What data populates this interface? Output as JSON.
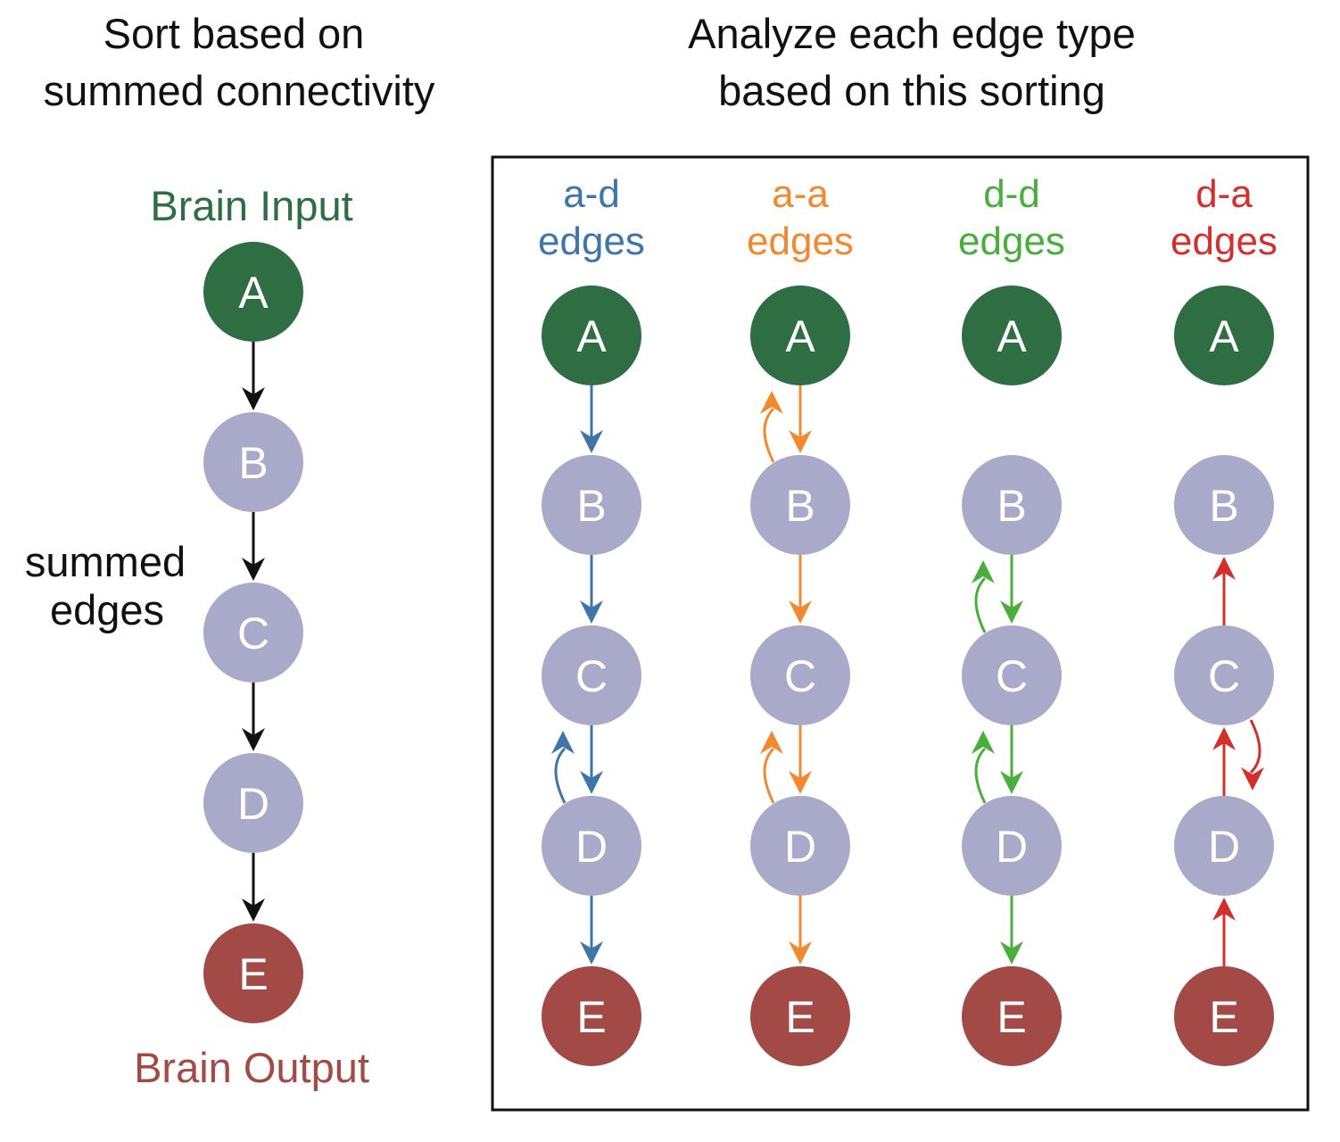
{
  "colors": {
    "input_node": "#2e6e42",
    "output_node": "#a44a46",
    "middle_node": "#a9a9c9",
    "node_text": "#ffffff",
    "black": "#111111",
    "ad": "#3f75a8",
    "aa": "#f0892f",
    "dd": "#4aae3c",
    "da": "#d3302d"
  },
  "left": {
    "heading_line1": "Sort based on",
    "heading_line2": "summed connectivity",
    "input_label": "Brain Input",
    "output_label": "Brain Output",
    "edges_label_line1": "summed",
    "edges_label_line2": "edges",
    "nodes": [
      "A",
      "B",
      "C",
      "D",
      "E"
    ]
  },
  "right": {
    "heading_line1": "Analyze each edge type",
    "heading_line2": "based on this sorting",
    "columns": [
      {
        "key": "ad",
        "label_line1": "a-d",
        "label_line2": "edges",
        "nodes": [
          "A",
          "B",
          "C",
          "D",
          "E"
        ],
        "edges": [
          [
            "A",
            "B"
          ],
          [
            "B",
            "C"
          ],
          [
            "C",
            "D"
          ],
          [
            "D",
            "C"
          ],
          [
            "D",
            "E"
          ]
        ]
      },
      {
        "key": "aa",
        "label_line1": "a-a",
        "label_line2": "edges",
        "nodes": [
          "A",
          "B",
          "C",
          "D",
          "E"
        ],
        "edges": [
          [
            "A",
            "B"
          ],
          [
            "B",
            "A"
          ],
          [
            "B",
            "C"
          ],
          [
            "C",
            "D"
          ],
          [
            "D",
            "C"
          ],
          [
            "D",
            "E"
          ]
        ]
      },
      {
        "key": "dd",
        "label_line1": "d-d",
        "label_line2": "edges",
        "nodes": [
          "A",
          "B",
          "C",
          "D",
          "E"
        ],
        "edges": [
          [
            "B",
            "C"
          ],
          [
            "C",
            "B"
          ],
          [
            "C",
            "D"
          ],
          [
            "D",
            "C"
          ],
          [
            "D",
            "E"
          ]
        ]
      },
      {
        "key": "da",
        "label_line1": "d-a",
        "label_line2": "edges",
        "nodes": [
          "A",
          "B",
          "C",
          "D",
          "E"
        ],
        "edges": [
          [
            "C",
            "B"
          ],
          [
            "C",
            "D"
          ],
          [
            "D",
            "C"
          ],
          [
            "E",
            "D"
          ]
        ]
      }
    ]
  }
}
